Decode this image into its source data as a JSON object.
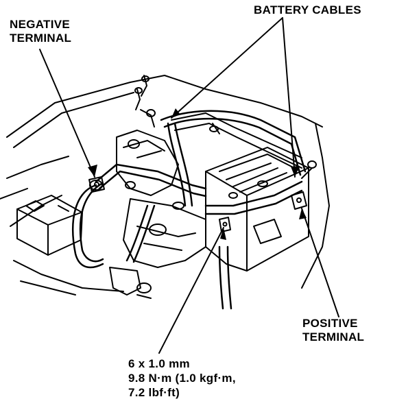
{
  "labels": {
    "negative_terminal": [
      "NEGATIVE",
      "TERMINAL"
    ],
    "battery_cables": "BATTERY CABLES",
    "positive_terminal": [
      "POSITIVE",
      "TERMINAL"
    ],
    "bolt_spec": [
      "6 x 1.0 mm",
      "9.8 N·m (1.0 kgf·m,",
      "7.2 lbf·ft)"
    ]
  }
}
